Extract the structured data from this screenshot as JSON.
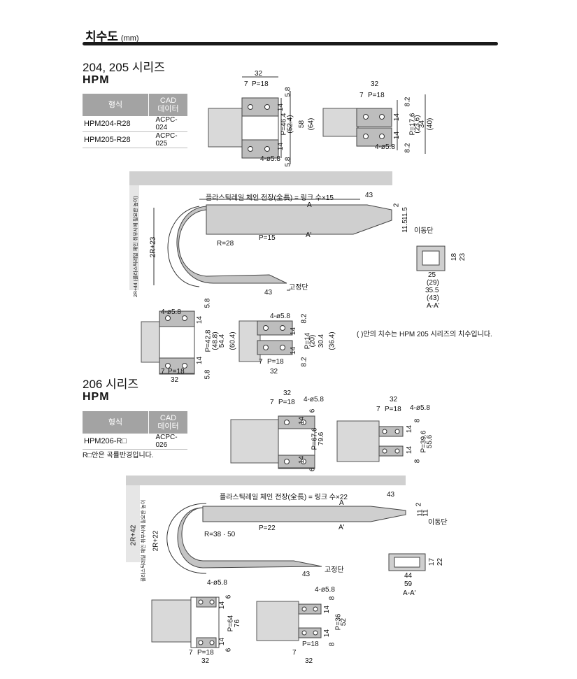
{
  "header": {
    "title": "치수도",
    "unit": "(mm)"
  },
  "series1": {
    "heading": "204, 205 시리즈",
    "brand": "HPM",
    "table": {
      "col_type": "형식",
      "col_cad": "CAD\n데이터",
      "rows": [
        {
          "type": "HPM204-R28",
          "cad": "ACPC-024"
        },
        {
          "type": "HPM205-R28",
          "cad": "ACPC-025"
        }
      ]
    },
    "dims": {
      "top_left": {
        "w32": "32",
        "d7": "7",
        "p18": "P=18",
        "d5_8a": "5.8",
        "d14a": "14",
        "p46": "P=46.4",
        "d52": "(52.4)",
        "d58": "58",
        "d64": "(64)",
        "d14b": "14",
        "d5_8b": "5.8",
        "holes": "4-ø5.8"
      },
      "top_right": {
        "w32": "32",
        "d7": "7",
        "p18": "P=18",
        "d8_2a": "8.2",
        "d14a": "14",
        "p17": "P=17.6",
        "d23": "(23.6)",
        "d34": "34",
        "d40": "(40)",
        "d14b": "14",
        "d8_2b": "8.2",
        "holes": "4-ø5.8"
      },
      "chain": {
        "total": "플라스틱레일 체인 전장(全長) = 링크 수×15",
        "d43a": "43",
        "a": "A",
        "a2": "A'",
        "d2": "2",
        "d11_5a": "11.5",
        "d11_5b": "11.5",
        "move_end": "이동단",
        "r": "R=28",
        "p15": "P=15",
        "r2": "2R+23",
        "fix_end": "고정단",
        "d43b": "43",
        "side_note": "2R+44 (플라스틱레일 체인 취부시에 필요한 높이)"
      },
      "section": {
        "d18": "18",
        "d23": "23",
        "d25": "25",
        "d29": "(29)",
        "d35_5": "35.5",
        "d43": "(43)",
        "label": "A-A'"
      },
      "bottom_left": {
        "holes": "4-ø5.8",
        "d5_8a": "5.8",
        "d14a": "14",
        "p42": "P=42.8",
        "d48": "(48.8)",
        "d54": "54.4",
        "d60": "(60.4)",
        "d14b": "14",
        "d5_8b": "5.8",
        "d7": "7",
        "p18": "P=18",
        "w32": "32"
      },
      "bottom_right": {
        "holes": "4-ø5.8",
        "d8_2a": "8.2",
        "d14a": "14",
        "p14": "P=14",
        "d20": "(20)",
        "d30": "30.4",
        "d36": "(36.4)",
        "d14b": "14",
        "d8_2b": "8.2",
        "d7": "7",
        "p18": "P=18",
        "w32": "32"
      }
    },
    "note": "( )안의 치수는 HPM 205 시리즈의 치수입니다."
  },
  "series2": {
    "heading": "206 시리즈",
    "brand": "HPM",
    "table": {
      "col_type": "형식",
      "col_cad": "CAD\n데이터",
      "rows": [
        {
          "type": "HPM206-R□",
          "cad": "ACPC-026"
        }
      ]
    },
    "note": "R□안은 곡률반경입니다.",
    "dims": {
      "top_left": {
        "w32": "32",
        "d7": "7",
        "p18": "P=18",
        "holes": "4-ø5.8",
        "d6a": "6",
        "d14a": "14",
        "p67": "P=67.6",
        "d79": "79.6",
        "d14b": "14",
        "d6b": "6"
      },
      "top_right": {
        "w32": "32",
        "d7": "7",
        "p18": "P=18",
        "holes": "4-ø5.8",
        "d8a": "8",
        "d14a": "14",
        "p39": "P=39.6",
        "d55": "55.6",
        "d14b": "14",
        "d8b": "8"
      },
      "chain": {
        "total": "플라스틱레일 체인 전장(全長) = 링크 수×22",
        "d43a": "43",
        "a": "A",
        "a2": "A'",
        "d2": "2",
        "d11a": "11",
        "d11b": "11",
        "move_end": "이동단",
        "r": "R=38 · 50",
        "p22": "P=22",
        "r42": "2R+42",
        "r22": "2R+22",
        "fix_end": "고정단",
        "d43b": "43",
        "side_note": "플라스틱레일 체인 취부시에 필요한 높이"
      },
      "section": {
        "d17": "17",
        "d22": "22",
        "d44": "44",
        "d59": "59",
        "label": "A-A'"
      },
      "bottom_left": {
        "holes": "4-ø5.8",
        "d6a": "6",
        "d14a": "14",
        "p64": "P=64",
        "d76": "76",
        "d14b": "14",
        "d6b": "6",
        "d7": "7",
        "p18": "P=18",
        "w32": "32"
      },
      "bottom_right": {
        "holes": "4-ø5.8",
        "d8a": "8",
        "d14a": "14",
        "p36": "P=36",
        "d52": "52",
        "d14b": "14",
        "d8b": "8",
        "d7": "7",
        "p18": "P=18",
        "w32": "32"
      }
    }
  }
}
